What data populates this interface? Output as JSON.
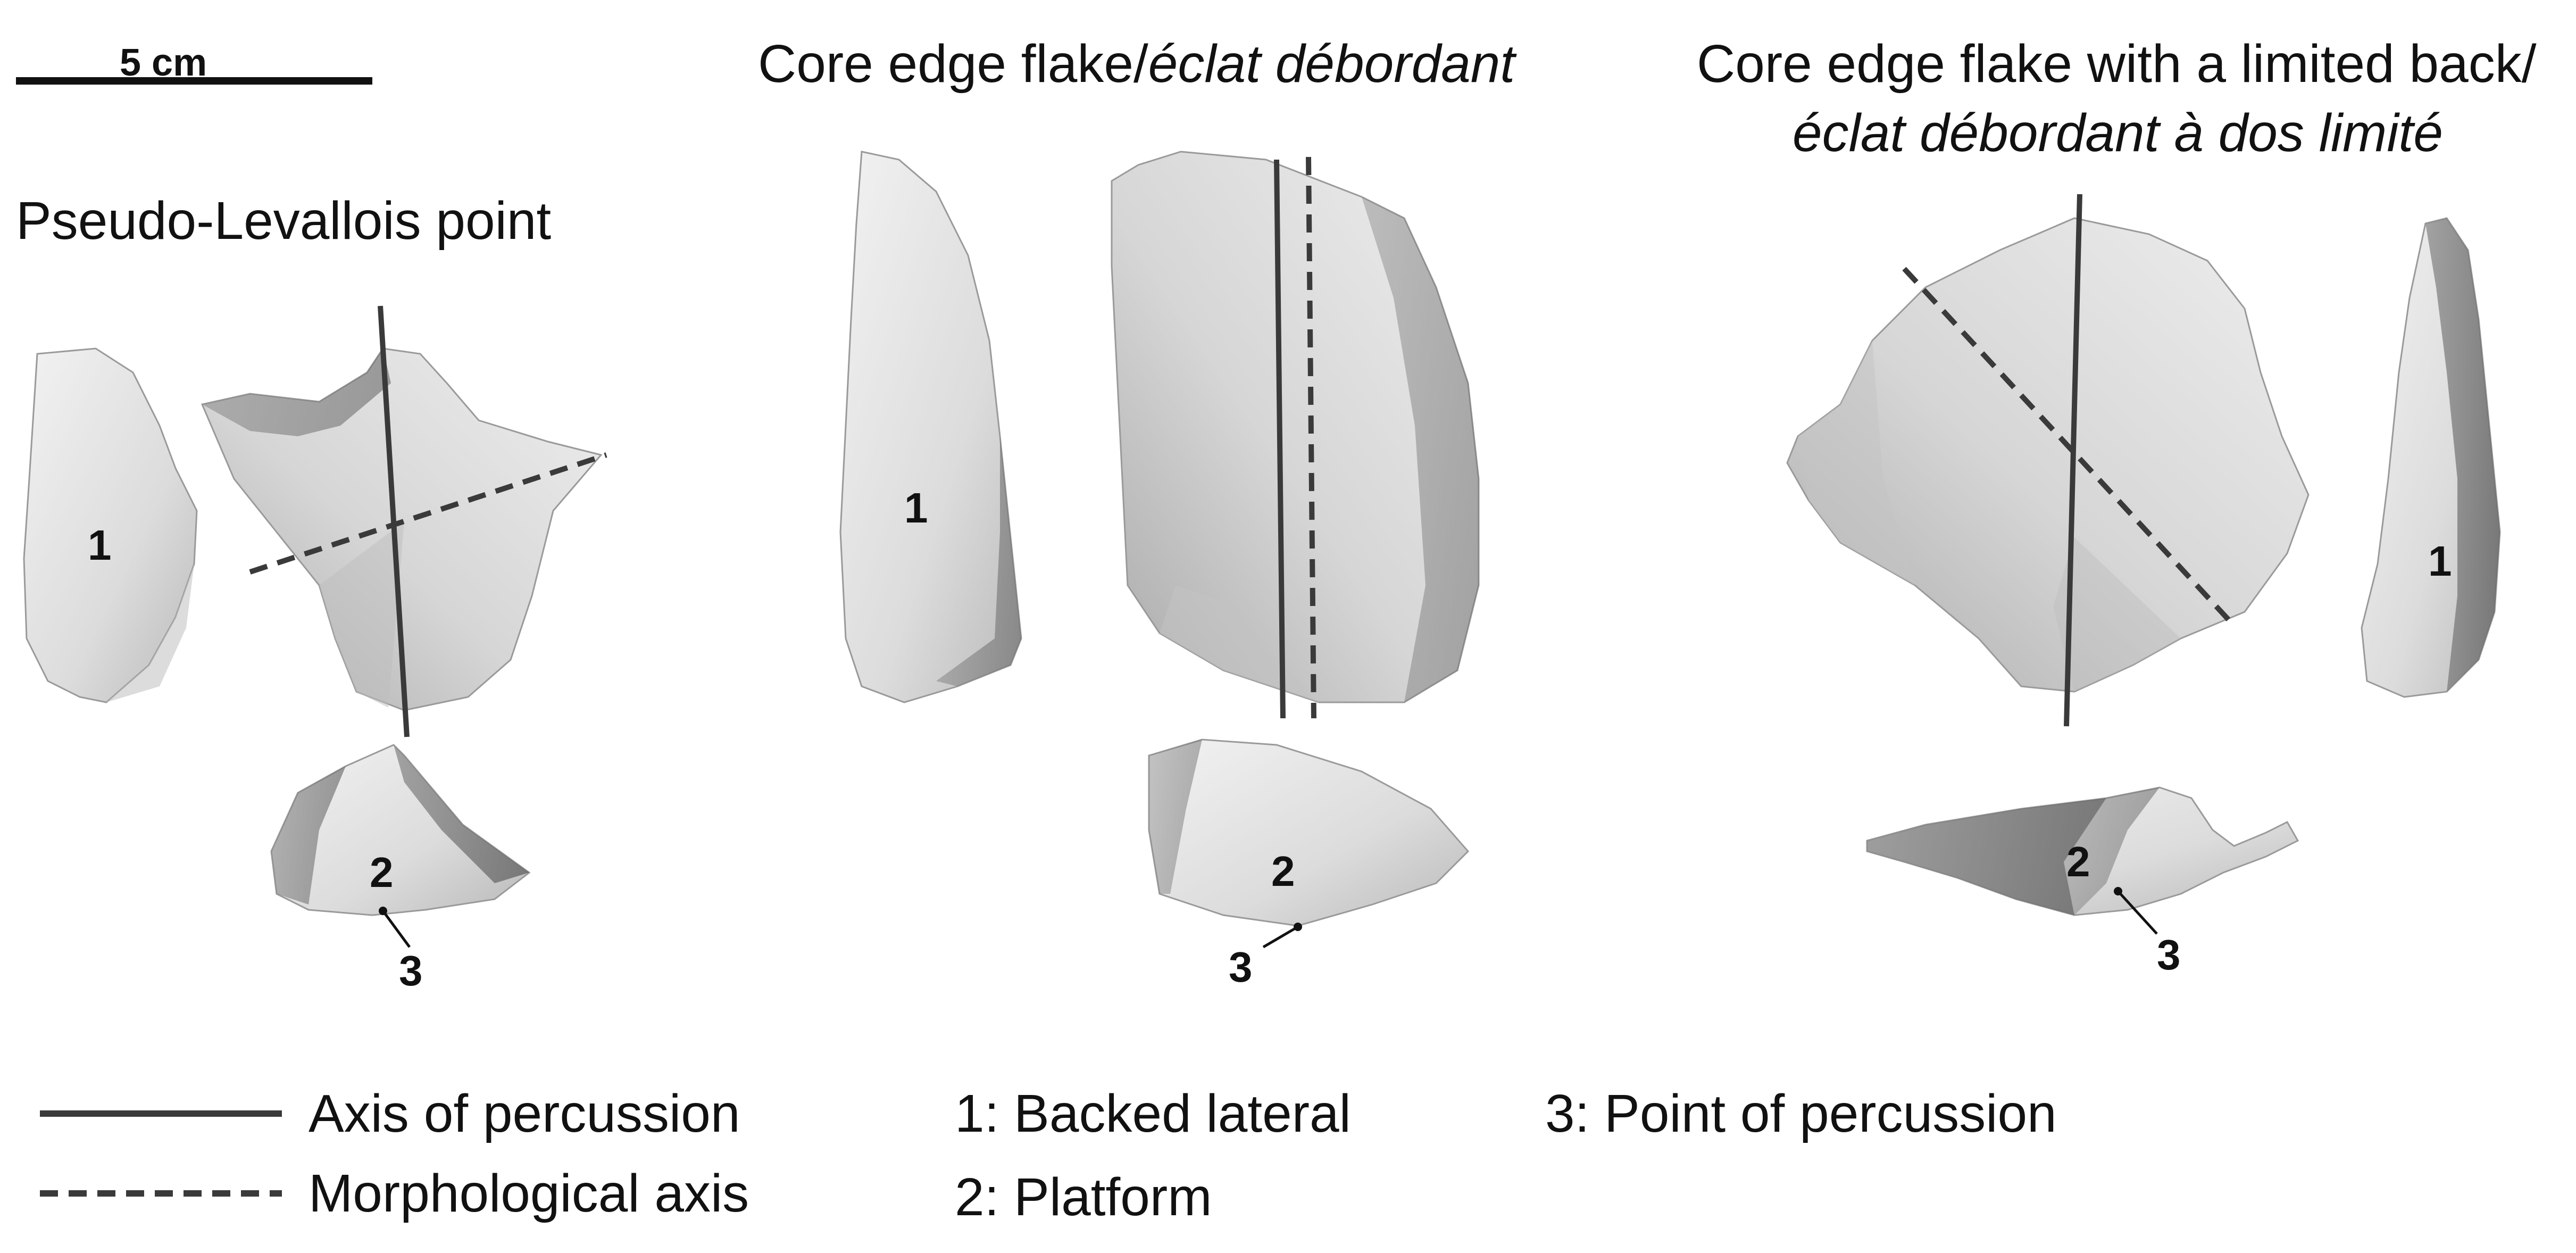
{
  "scale_bar": {
    "label": "5 cm"
  },
  "panels": {
    "pseudo_levallois": {
      "title": "Pseudo-Levallois point",
      "labels": {
        "backed": "1",
        "platform": "2",
        "percussion": "3"
      }
    },
    "core_edge": {
      "title_plain": "Core edge flake/",
      "title_italic": "éclat débordant",
      "labels": {
        "backed": "1",
        "platform": "2",
        "percussion": "3"
      }
    },
    "core_edge_limited": {
      "title_line1": "Core edge flake with a limited back/",
      "title_line2_italic": "éclat débordant à dos limité",
      "labels": {
        "backed": "1",
        "platform": "2",
        "percussion": "3"
      }
    }
  },
  "legend": {
    "axis_percussion": "Axis of percussion",
    "morphological_axis": "Morphological axis",
    "key_1": "1: Backed lateral",
    "key_2": "2: Platform",
    "key_3": "3: Point of percussion"
  },
  "colors": {
    "stone_light": "#e8e8e8",
    "stone_mid": "#cfcfcf",
    "stone_dark": "#7a7a7a",
    "axis_line": "#3a3a3a"
  }
}
